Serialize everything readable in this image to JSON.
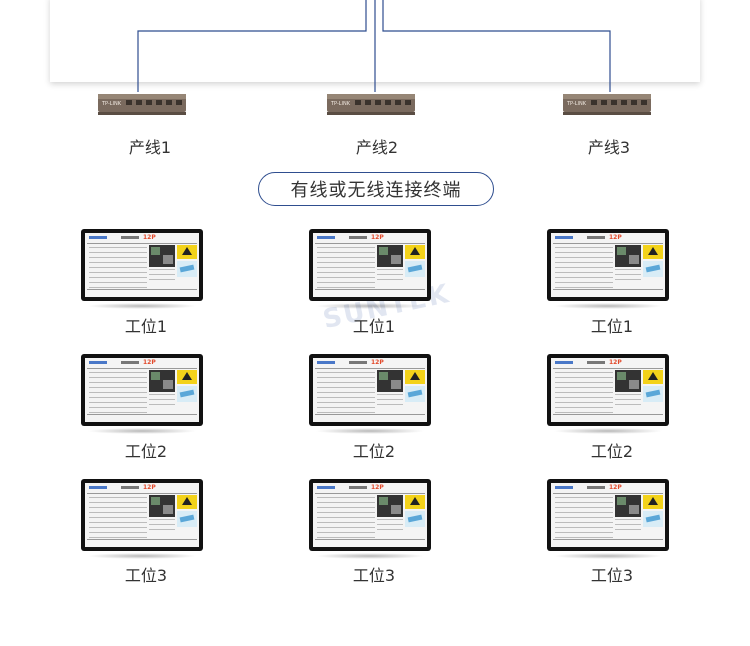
{
  "routers": [
    {
      "label": "产线1"
    },
    {
      "label": "产线2"
    },
    {
      "label": "产线3"
    }
  ],
  "router_brand": "TP-LINK",
  "connection_caption": "有线或无线连接终端",
  "stations": [
    [
      "工位1",
      "工位1",
      "工位1"
    ],
    [
      "工位2",
      "工位2",
      "工位2"
    ],
    [
      "工位3",
      "工位3",
      "工位3"
    ]
  ],
  "screen_badge": "12P",
  "watermark": "SUNTEK",
  "colors": {
    "line": "#2f4e8f",
    "router_body": "#7a6a5e",
    "monitor_bezel": "#111111",
    "badge": "#e24a2c",
    "warning": "#f3d21a"
  }
}
